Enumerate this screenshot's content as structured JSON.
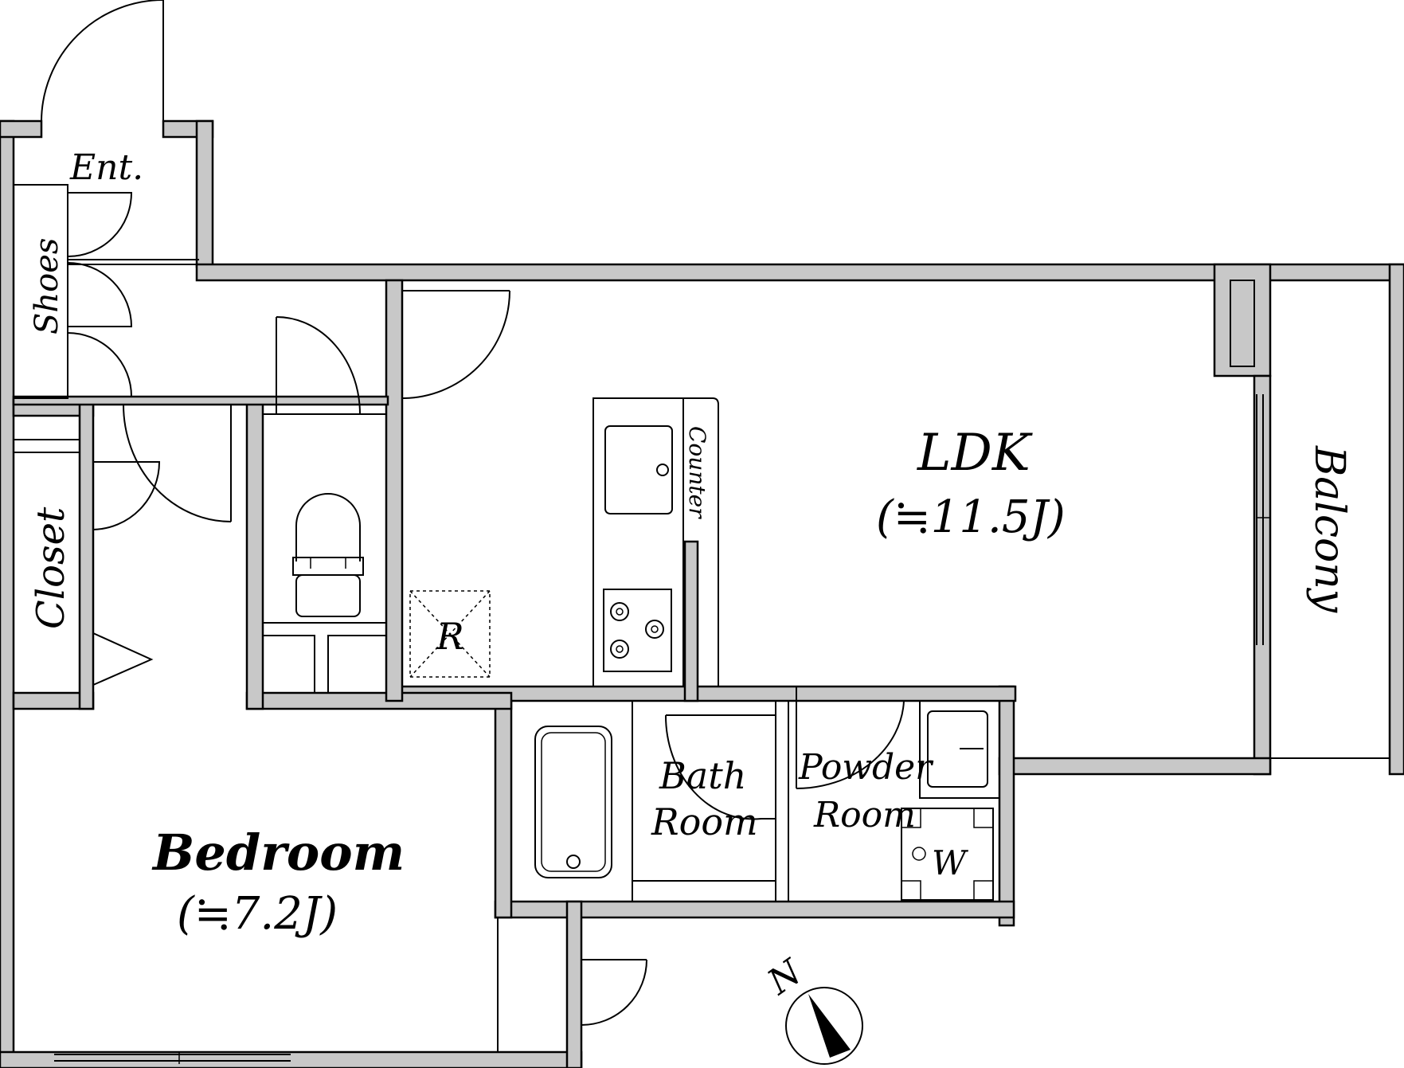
{
  "rooms": {
    "entrance": "Ent.",
    "shoes": "Shoes",
    "closet": "Closet",
    "counter": "Counter",
    "refrigerator": "R",
    "ldk_name": "LDK",
    "ldk_size": "(≒11.5J)",
    "balcony": "Balcony",
    "bath_line1": "Bath",
    "bath_line2": "Room",
    "powder_line1": "Powder",
    "powder_line2": "Room",
    "washer": "W",
    "bedroom_name": "Bedroom",
    "bedroom_size": "(≒7.2J)"
  },
  "compass": {
    "label": "N"
  }
}
